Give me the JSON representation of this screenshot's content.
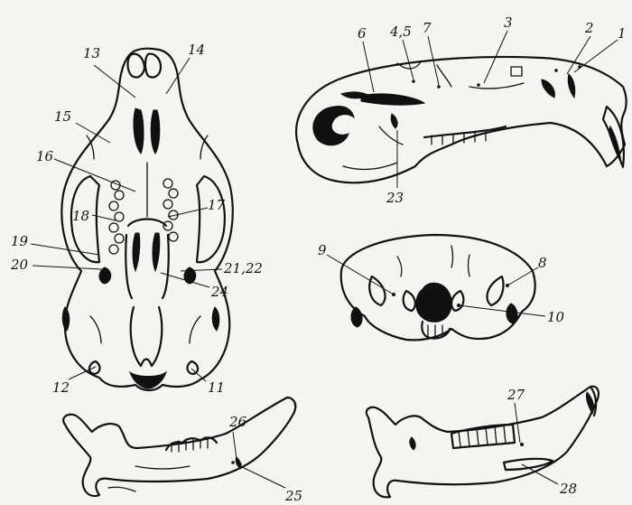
{
  "colors": {
    "ink": "#111111",
    "paper": "#f4f4f1"
  },
  "labels": {
    "l1": "1",
    "l2": "2",
    "l3": "3",
    "l45": "4,5",
    "l6": "6",
    "l7": "7",
    "l8": "8",
    "l9": "9",
    "l10": "10",
    "l11": "11",
    "l12": "12",
    "l13": "13",
    "l14": "14",
    "l15": "15",
    "l16": "16",
    "l17": "17",
    "l18": "18",
    "l19": "19",
    "l20": "20",
    "l2122": "21,22",
    "l23": "23",
    "l24": "24",
    "l25": "25",
    "l26": "26",
    "l27": "27",
    "l28": "28"
  }
}
